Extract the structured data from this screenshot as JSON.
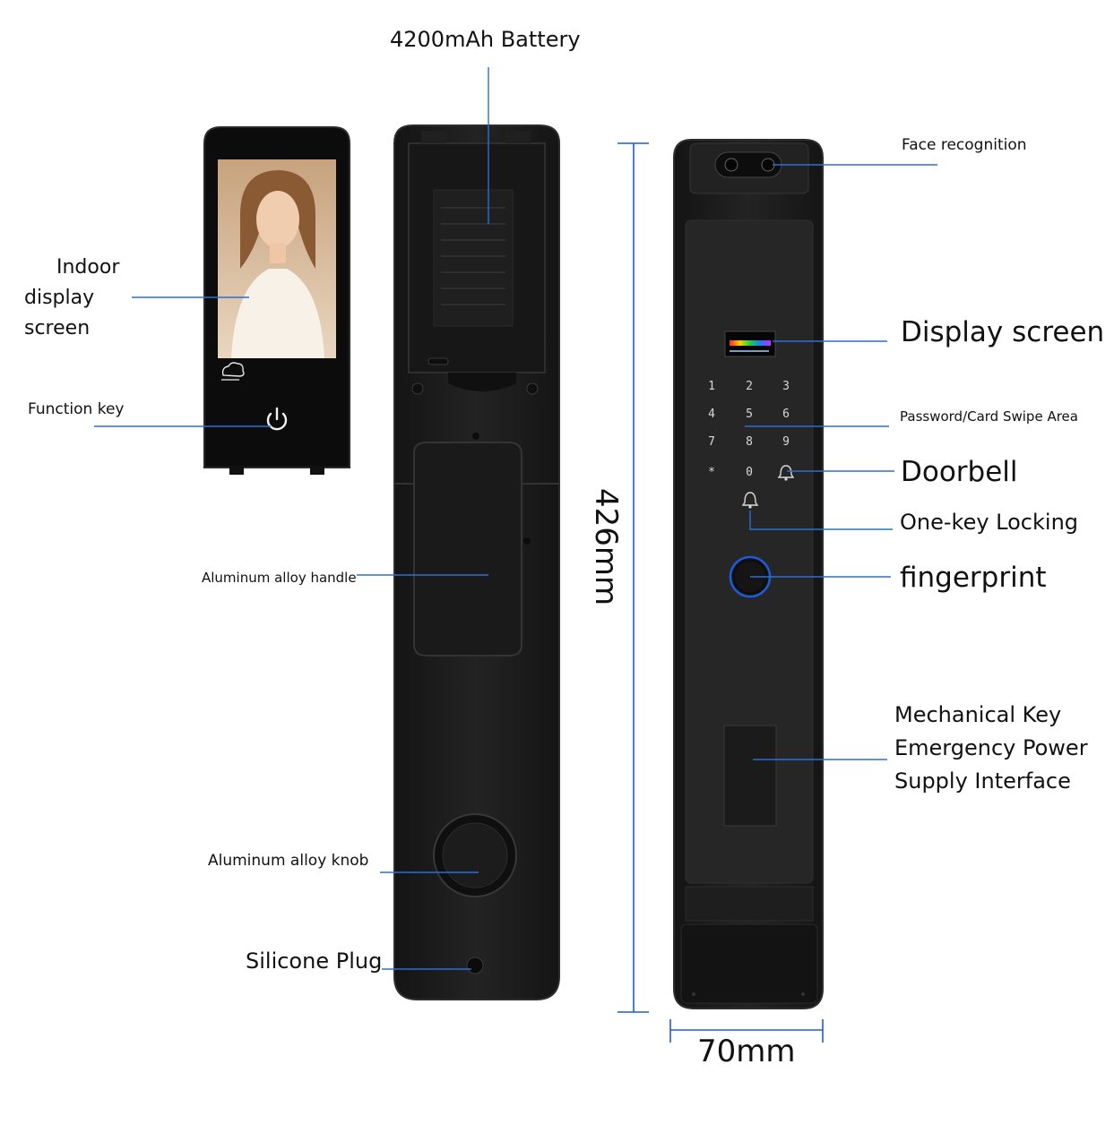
{
  "labels": {
    "battery": "4200mAh Battery",
    "indoor_display": [
      "Indoor",
      "display",
      "screen"
    ],
    "function_key": "Function key",
    "handle": "Aluminum alloy handle",
    "knob": "Aluminum alloy knob",
    "silicone_plug": "Silicone Plug",
    "face_recognition": "Face recognition",
    "display_screen": "Display screen",
    "password_area": "Password/Card Swipe Area",
    "doorbell": "Doorbell",
    "one_key_locking": "One-key Locking",
    "fingerprint": "fingerprint",
    "mechanical_key": [
      "Mechanical Key",
      "Emergency Power",
      "Supply Interface"
    ]
  },
  "dimensions": {
    "height": "426mm",
    "width": "70mm"
  },
  "keypad": [
    "1",
    "2",
    "3",
    "4",
    "5",
    "6",
    "7",
    "8",
    "9",
    "*",
    "0"
  ],
  "colors": {
    "callout_line": "#2b6fd6",
    "lock_body": "#1b1b1b",
    "lock_panel": "#262626",
    "fingerprint_ring": "#1e5bd8"
  },
  "icons": {
    "power": "power-icon",
    "weather": "weather-cloud-icon",
    "doorbell": "doorbell-icon",
    "lock_bell": "bell-icon",
    "fingerprint": "fingerprint-icon"
  }
}
